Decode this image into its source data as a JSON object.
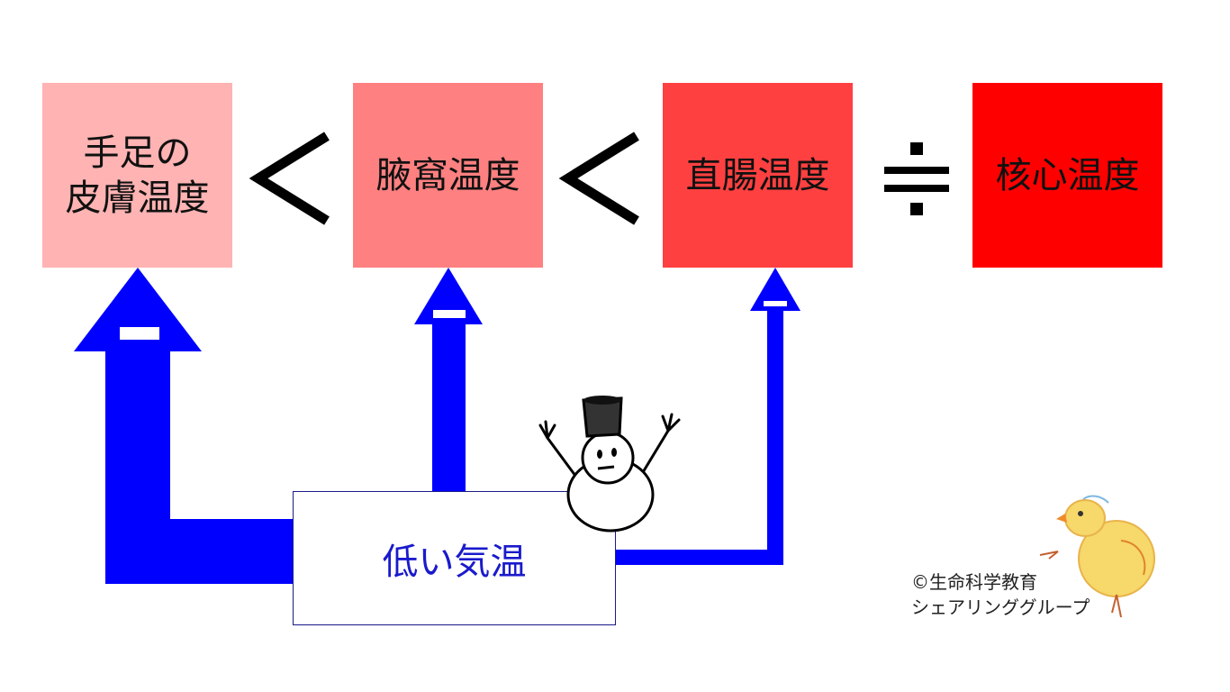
{
  "boxes": {
    "skin": "手足の\n皮膚温度",
    "axilla": "腋窩温度",
    "rectal": "直腸温度",
    "core": "核心温度"
  },
  "operators": {
    "lt": "<",
    "approx": "≒"
  },
  "arrow_sign": "−",
  "cold_label": "低い気温",
  "credit_line1": "©生命科学教育",
  "credit_line2": "シェアリンググループ",
  "colors": {
    "skin": "#ffb3b3",
    "axilla": "#ff8080",
    "rectal": "#ff4040",
    "core": "#ff0000",
    "arrow": "#0000ff",
    "label": "#1a1acc"
  },
  "icons": {
    "snowman": "snowman-icon",
    "chick": "chick-icon"
  }
}
